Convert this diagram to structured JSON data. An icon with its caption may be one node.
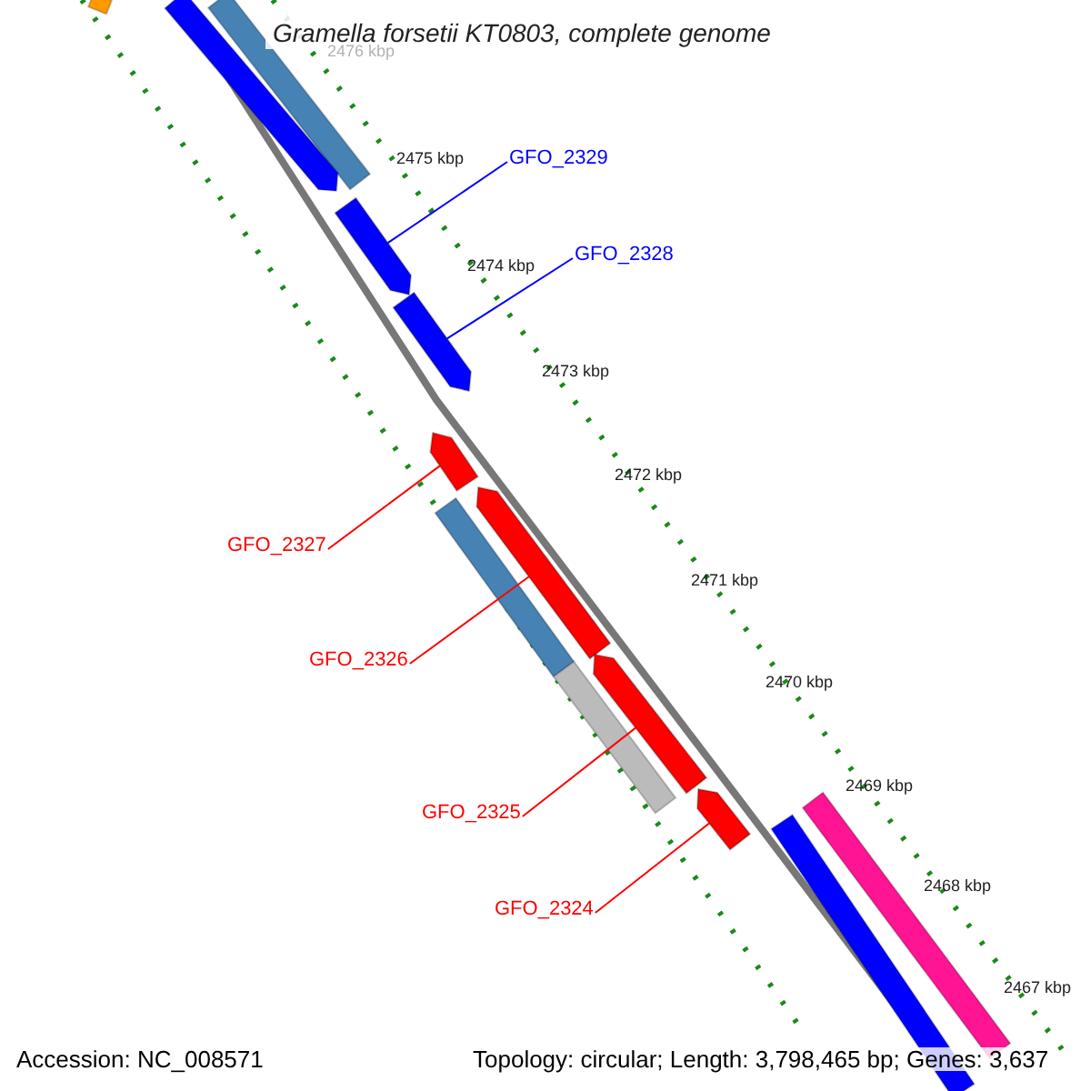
{
  "diagram": {
    "title": "Gramella forsetii KT0803, complete genome",
    "nodes": [
      {
        "text": [
          "GFO_2329"
        ]
      },
      {
        "text": [
          "GFO_2328"
        ]
      },
      {
        "text": [
          "GFO_2327"
        ]
      },
      {
        "text": [
          "GFO_2326"
        ]
      },
      {
        "text": [
          "GFO_2325"
        ]
      },
      {
        "text": [
          "GFO_2324"
        ]
      },
      {
        "text": [],
        "shape": "arrow"
      },
      {
        "text": [],
        "shape": "arrow"
      },
      {
        "text": [],
        "shape": "arrow"
      },
      {
        "text": [],
        "shape": "arrow"
      },
      {
        "text": [],
        "shape": "arrow"
      },
      {
        "text": [],
        "shape": "arrow"
      }
    ],
    "edges": [
      {
        "from": 0,
        "to": 6,
        "arrow": "none",
        "color": "#0000ff"
      },
      {
        "from": 1,
        "to": 7,
        "arrow": "none",
        "color": "#0000ff"
      },
      {
        "from": 2,
        "to": 8,
        "arrow": "none"
      },
      {
        "from": 3,
        "to": 9,
        "arrow": "none"
      },
      {
        "from": 4,
        "to": 10,
        "arrow": "none"
      },
      {
        "from": 5,
        "to": 11,
        "arrow": "none"
      }
    ],
    "labels": [
      "2476 kbp",
      "2475 kbp",
      "2474 kbp",
      "2473 kbp",
      "2472 kbp",
      "2471 kbp",
      "2470 kbp",
      "2469 kbp",
      "2468 kbp",
      "2467 kbp",
      "Accession: NC_008571",
      "Topology: circular; Length: 3,798,465 bp; Genes: 3,637"
    ]
  }
}
